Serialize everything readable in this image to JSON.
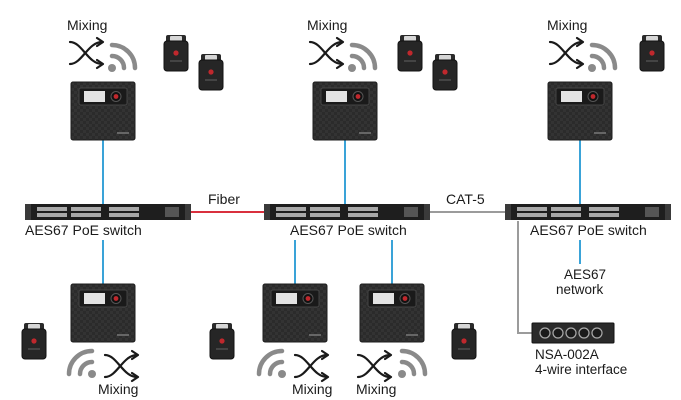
{
  "labels": {
    "mixing": "Mixing",
    "switch": "AES67 PoE switch",
    "fiber": "Fiber",
    "cat5": "CAT-5",
    "aes67_network_line1": "AES67",
    "aes67_network_line2": "network",
    "interface_line1": "NSA-002A",
    "interface_line2": "4-wire interface"
  },
  "colors": {
    "fiber_link": "#d9303e",
    "cat5_link": "#9b9b9b",
    "ethernet_link": "#3aa3d8",
    "device_body": "#2a2a2a",
    "icon_gray": "#8a8a8a",
    "accent_red": "#c0282d"
  }
}
